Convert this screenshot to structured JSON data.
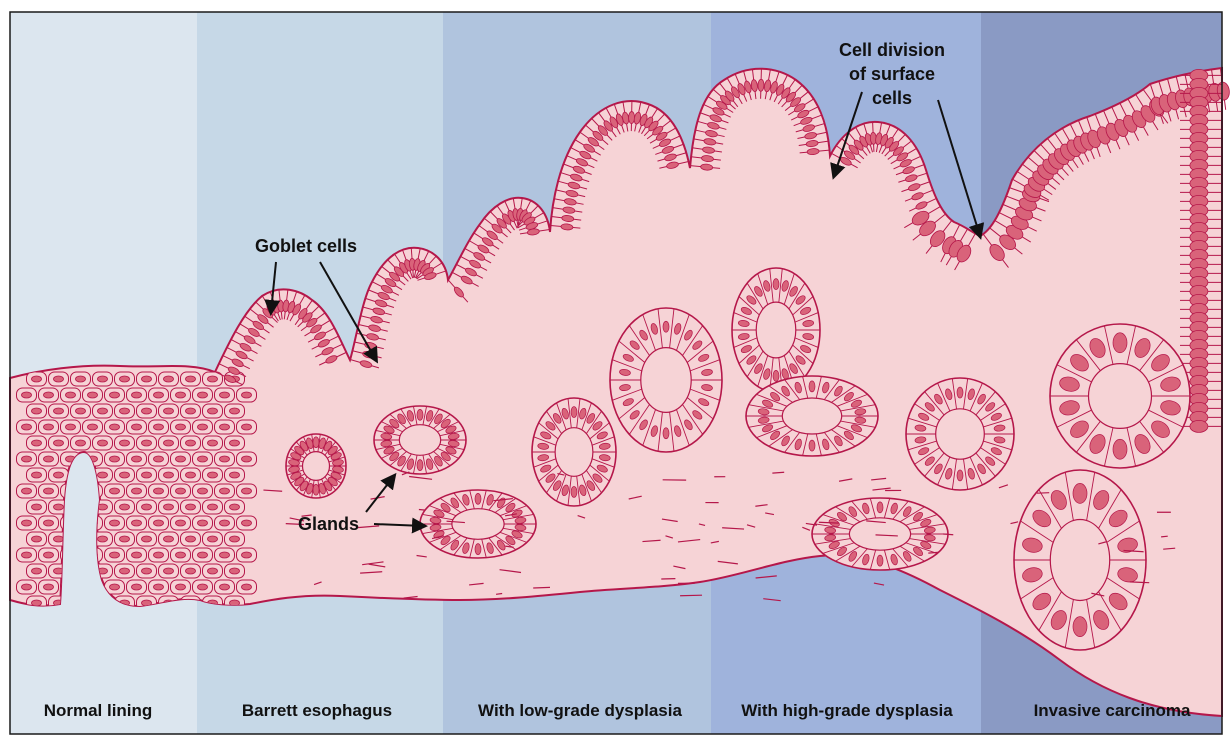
{
  "stages": [
    {
      "label": "Normal lining",
      "color": "#dce6ef"
    },
    {
      "label": "Barrett esophagus",
      "color": "#c6d8e7"
    },
    {
      "label": "With low-grade dysplasia",
      "color": "#b0c4de"
    },
    {
      "label": "With high-grade dysplasia",
      "color": "#9fb3dc"
    },
    {
      "label": "Invasive carcinoma",
      "color": "#8a9ac4"
    }
  ],
  "annotations": {
    "goblet_cells": "Goblet cells",
    "glands": "Glands",
    "cell_division_lines": [
      "Cell division",
      "of surface",
      "cells"
    ]
  },
  "colors": {
    "tissue_fill": "#f6d3d6",
    "tissue_stroke": "#b5174a",
    "nucleus_fill": "#d9637a",
    "arrow": "#111111"
  }
}
